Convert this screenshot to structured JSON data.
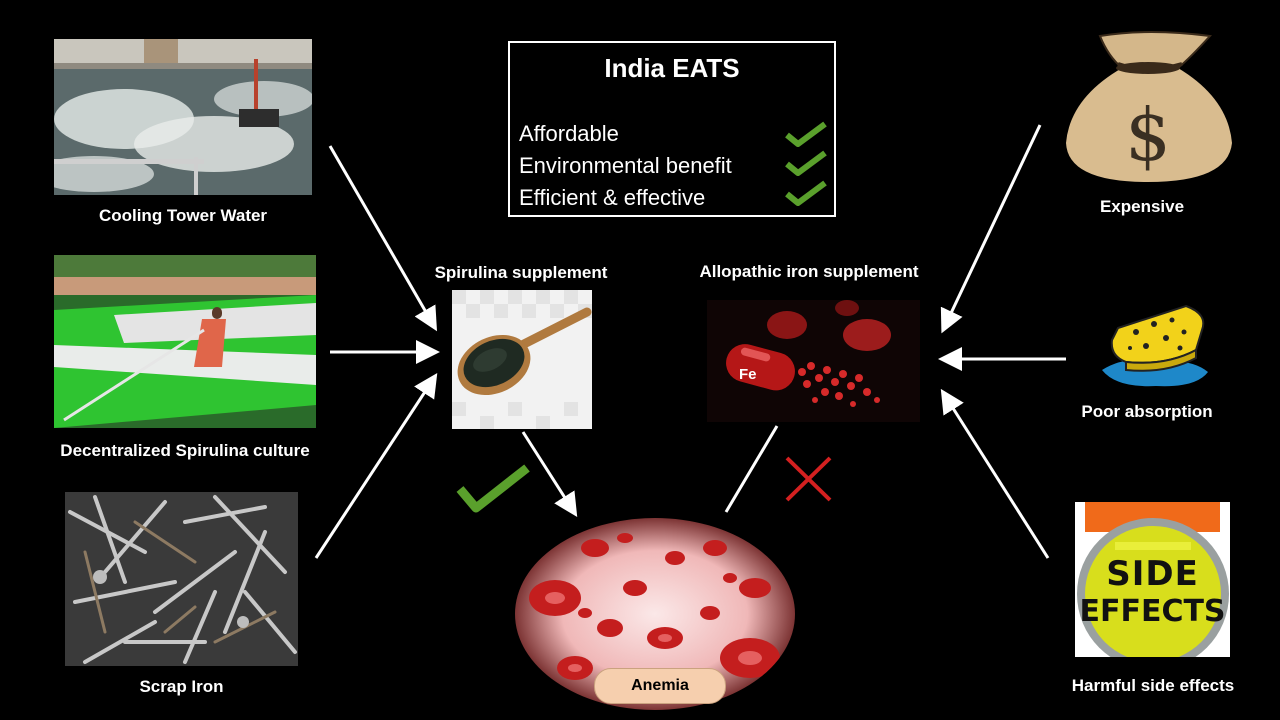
{
  "box": {
    "title": "India EATS",
    "criteria": [
      "Affordable",
      "Environmental benefit",
      "Efficient & effective"
    ]
  },
  "sources": {
    "cooling": "Cooling Tower Water",
    "spirulina_culture": "Decentralized Spirulina culture",
    "scrap": "Scrap Iron"
  },
  "center": {
    "spirulina": "Spirulina supplement",
    "allopathic": "Allopathic iron supplement",
    "anemia": "Anemia",
    "fe_text": "Fe"
  },
  "drawbacks": {
    "expensive": "Expensive",
    "absorption": "Poor absorption",
    "side_effects": "Harmful side effects",
    "side_word": "SIDE",
    "effects_word": "EFFECTS"
  },
  "colors": {
    "check": "#5aa02c",
    "cross": "#d42020",
    "arrow": "#ffffff"
  }
}
